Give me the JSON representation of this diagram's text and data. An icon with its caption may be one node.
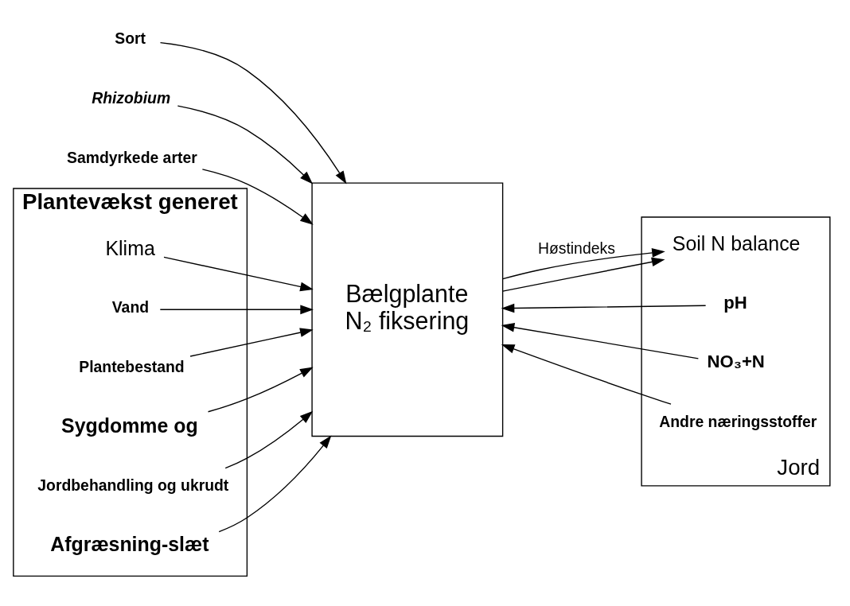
{
  "diagram": {
    "nodes": [
      {
        "text": [
          "Bælgplante",
          "N₂ fiksering"
        ]
      },
      {
        "text": [
          "Sort"
        ]
      },
      {
        "text": [
          "Rhizobium"
        ]
      },
      {
        "text": [
          "Samdyrkede arter"
        ]
      },
      {
        "text": [
          "Jord"
        ]
      },
      {
        "text": [
          "Soil N balance"
        ],
        "in": 4
      },
      {
        "text": [
          "Plantevækst generet"
        ]
      },
      {
        "text": [
          "Klima"
        ],
        "in": 6
      },
      {
        "text": [
          "pH"
        ],
        "in": 4
      },
      {
        "text": [
          "Vand"
        ],
        "in": 6
      },
      {
        "text": [
          "NO₃+N"
        ],
        "in": 4
      },
      {
        "text": [
          "Plantebestand"
        ],
        "in": 6
      },
      {
        "text": [
          "Andre næringsstoffer"
        ],
        "in": 4
      },
      {
        "text": [
          "Sygdomme og"
        ],
        "in": 6
      },
      {
        "text": [
          "Jordbehandling og ukrudt"
        ],
        "in": 6
      },
      {
        "text": [
          "Afgræsning-slæt"
        ],
        "in": 6
      }
    ],
    "edges": [
      {
        "from": 1,
        "to": 0,
        "arrow": "to"
      },
      {
        "from": 2,
        "to": 0,
        "arrow": "to"
      },
      {
        "from": 3,
        "to": 0,
        "arrow": "to"
      },
      {
        "from": 7,
        "to": 0,
        "arrow": "to"
      },
      {
        "from": 9,
        "to": 0,
        "arrow": "to"
      },
      {
        "from": 11,
        "to": 0,
        "arrow": "to"
      },
      {
        "from": 13,
        "to": 0,
        "arrow": "to"
      },
      {
        "from": 14,
        "to": 0,
        "arrow": "to"
      },
      {
        "from": 15,
        "to": 0,
        "arrow": "to"
      },
      {
        "from": 12,
        "to": 0,
        "arrow": "to"
      },
      {
        "from": 10,
        "to": 0,
        "arrow": "to"
      },
      {
        "from": 8,
        "to": 0,
        "arrow": "to"
      },
      {
        "from": 0,
        "to": 5,
        "arrow": "to",
        "label": "Høstindeks"
      },
      {
        "from": 0,
        "to": 5,
        "arrow": "to"
      }
    ]
  }
}
